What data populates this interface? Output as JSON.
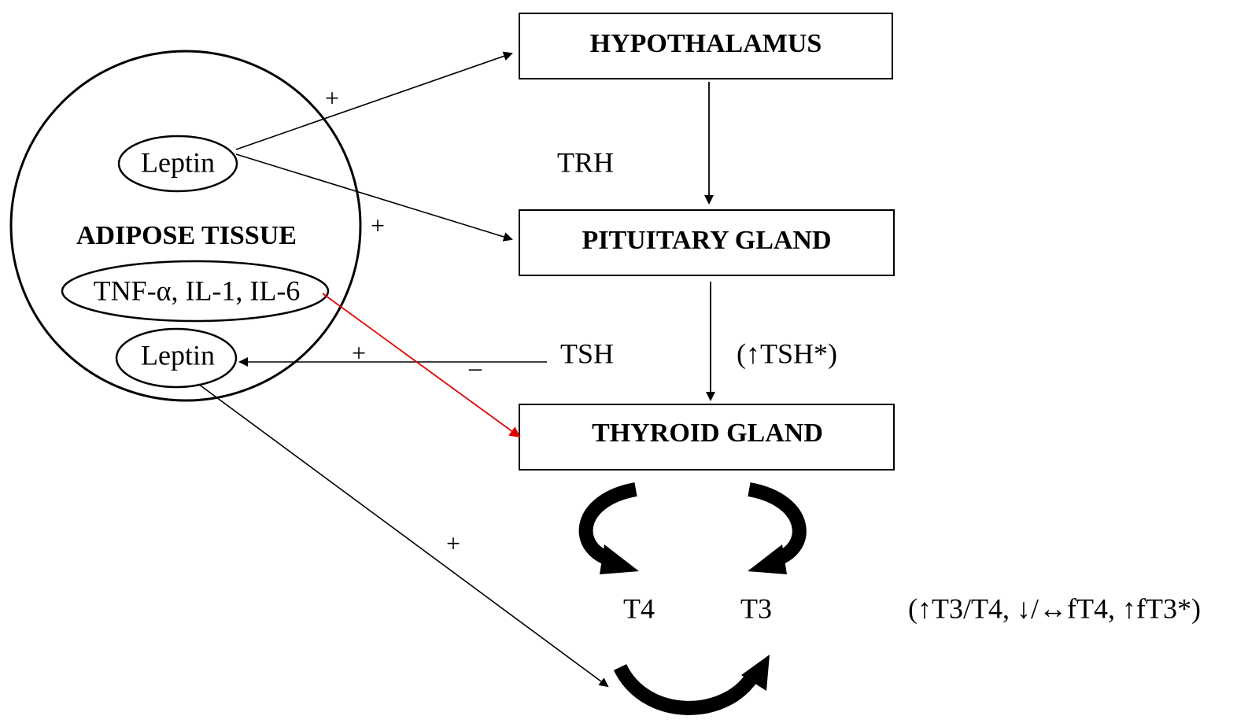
{
  "nodes": {
    "hypothalamus": "HYPOTHALAMUS",
    "pituitary": "PITUITARY GLAND",
    "thyroid": "THYROID GLAND",
    "adipose_tissue": "ADIPOSE TISSUE",
    "leptin_top": "Leptin",
    "cytokines": "TNF-α, IL-1, IL-6",
    "leptin_bottom": "Leptin"
  },
  "labels": {
    "trh": "TRH",
    "tsh": "TSH",
    "tsh_change": "(↑TSH*)",
    "t4": "T4",
    "t3": "T3",
    "hormone_changes": "(↑T3/T4, ↓/↔fT4, ↑fT3*)"
  },
  "signs": {
    "leptin_to_hypothalamus": "+",
    "leptin_to_pituitary": "+",
    "tsh_to_leptin": "+",
    "cytokines_to_thyroid": "–",
    "leptin_to_conversion": "+"
  },
  "colors": {
    "line": "#000000",
    "inhibition": "#e00000",
    "background": "#ffffff"
  }
}
